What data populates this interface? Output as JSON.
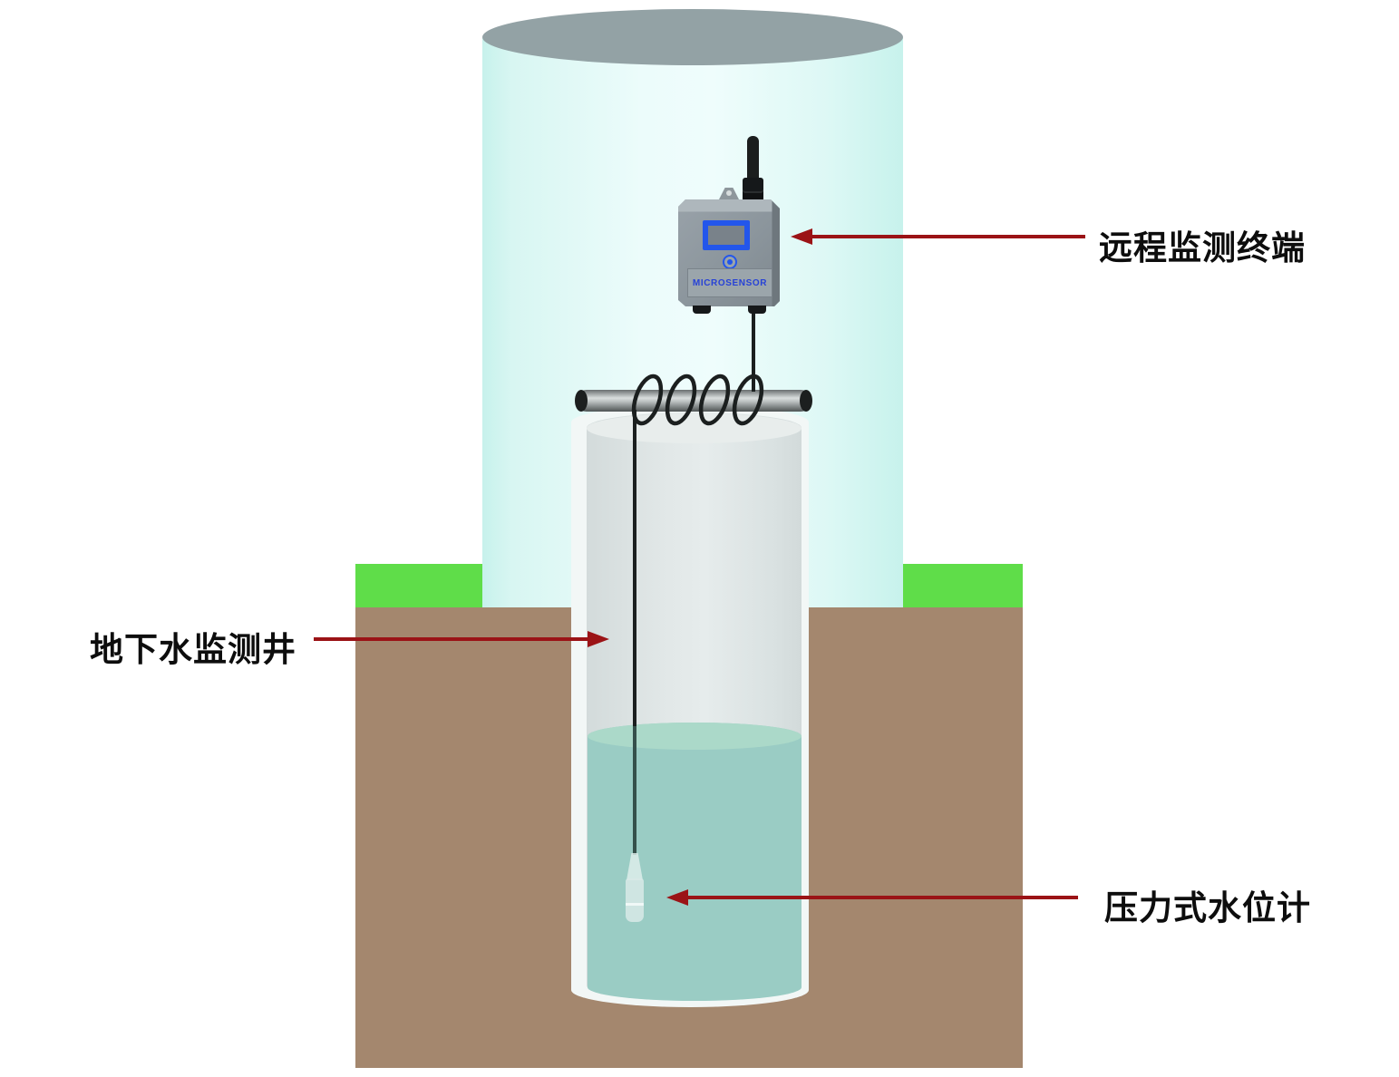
{
  "diagram": {
    "labels": {
      "remote_terminal": "远程监测终端",
      "monitoring_well": "地下水监测井",
      "pressure_gauge": "压力式水位计"
    },
    "device": {
      "brand": "MICROSENSOR"
    },
    "colors": {
      "arrow": "#9b1316",
      "grass": "#5fdd49",
      "soil": "#a4876e",
      "water": "#9accc4",
      "water_surface": "#abd9c9",
      "cylinder_fill": "#e0f9f6",
      "cylinder_top": "#93a2a5",
      "well_casing": "#f2f7f6",
      "well_interior": "#dce3e2",
      "device_body": "#8b959c",
      "screen_frame": "#2356eb",
      "brand_text": "#2742d6",
      "cable": "#1b1f1f"
    }
  }
}
